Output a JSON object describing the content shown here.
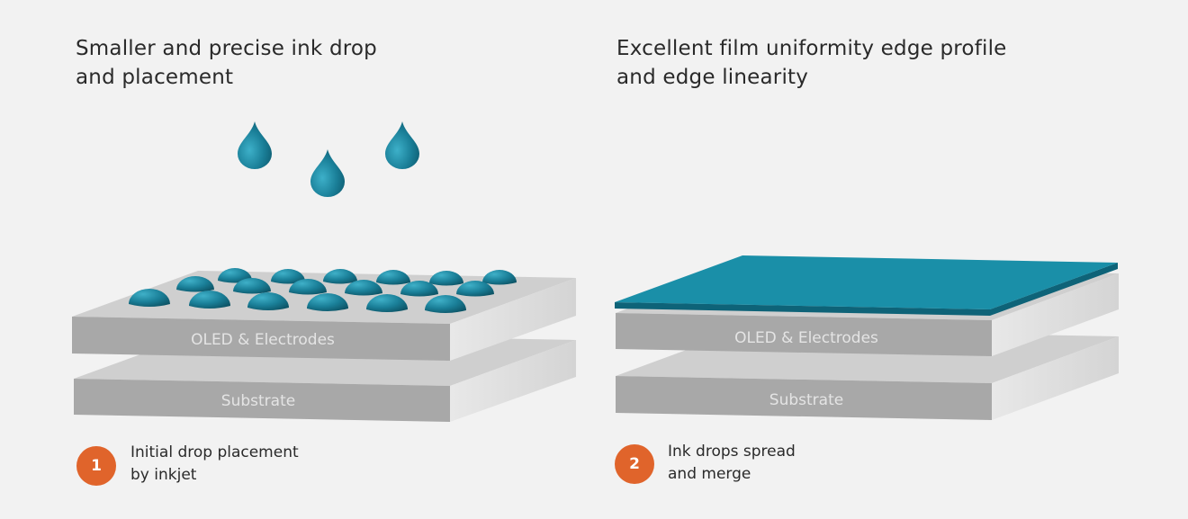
{
  "colors": {
    "background": "#f2f2f2",
    "ink": "#1a7f98",
    "ink_dark": "#0f5f74",
    "film_top": "#1a8fa8",
    "film_edge": "#0e6378",
    "layer_front": "#a8a8a8",
    "layer_top": "#cfcfcf",
    "layer_side": "#dcdcdc",
    "layer_text": "#e4e4e4",
    "badge": "#e0642b"
  },
  "panels": [
    {
      "heading_lines": [
        "Smaller and precise ink drop",
        "and placement"
      ],
      "layer_top_label": "OLED & Electrodes",
      "layer_bottom_label": "Substrate",
      "step_number": "1",
      "caption_lines": [
        "Initial drop placement",
        "by inkjet"
      ]
    },
    {
      "heading_lines": [
        "Excellent film uniformity edge profile",
        "and edge linearity"
      ],
      "layer_top_label": "OLED & Electrodes",
      "layer_bottom_label": "Substrate",
      "step_number": "2",
      "caption_lines": [
        "Ink drops spread",
        "and merge"
      ]
    }
  ]
}
